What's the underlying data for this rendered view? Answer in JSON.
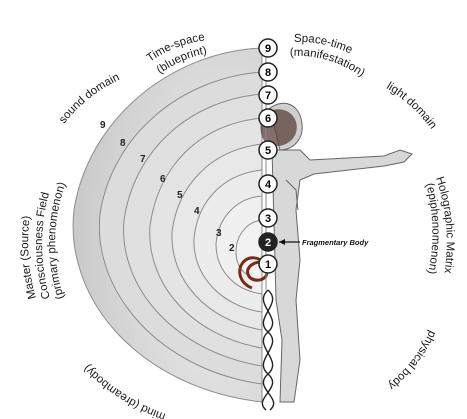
{
  "labels": {
    "time_space": "Time-space",
    "blueprint": "(blueprint)",
    "space_time": "Space-time",
    "manifestation": "(manifestation)",
    "sound_domain": "sound domain",
    "light_domain": "light domain",
    "master_1": "Master (Source)",
    "master_2": "Consciousness Field",
    "master_3": "(primary phenomenon)",
    "holographic_1": "Holographic Matrix",
    "holographic_2": "(epiphenomenon)",
    "physical_body": "physical body",
    "mind": "mind (dreambody)",
    "fragmentary_body": "Fragmentary Body"
  },
  "layers": [
    "1",
    "2",
    "3",
    "4",
    "5",
    "6",
    "7",
    "8",
    "9"
  ],
  "colors": {
    "layer_fill": "#d9d9d9",
    "layer_stroke": "#8c8c8c",
    "text": "#1a1a1a",
    "circle_fill": "#ffffff",
    "circle_dark": "#222222"
  }
}
